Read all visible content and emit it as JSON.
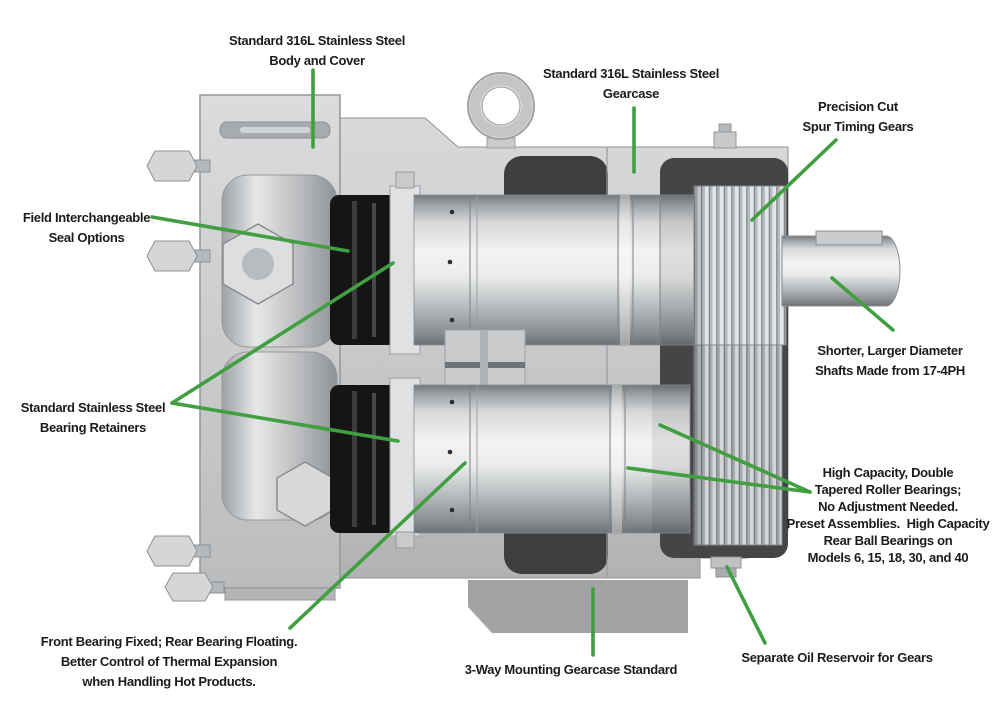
{
  "diagram": {
    "title": "Annotated cutaway illustration of a stainless steel pump and gearcase",
    "colors": {
      "leader_line": "#419F41",
      "label_text": "#1B1B1B",
      "background": "#FFFFFF",
      "metal_light": "#E9EBEC",
      "metal_dark": "#75787B",
      "recess_dark": "#3C3E40",
      "foot_gray": "#A1A3A4"
    }
  },
  "callouts": {
    "body_cover": {
      "lines": [
        "Standard 316L Stainless Steel",
        "Body and Cover"
      ]
    },
    "gearcase": {
      "lines": [
        "Standard 316L Stainless Steel",
        "Gearcase"
      ]
    },
    "timing_gears": {
      "lines": [
        "Precision Cut",
        "Spur Timing Gears"
      ]
    },
    "seal_options": {
      "lines": [
        "Field Interchangeable",
        "Seal Options"
      ]
    },
    "shafts": {
      "lines": [
        "Shorter, Larger Diameter",
        "Shafts Made from 17-4PH"
      ]
    },
    "bearing_retainers": {
      "lines": [
        "Standard Stainless Steel",
        "Bearing Retainers"
      ]
    },
    "bearings": {
      "lines": [
        "High Capacity, Double",
        "Tapered Roller Bearings;",
        "No Adjustment Needed.",
        "Preset Assemblies.  High Capacity",
        "Rear Ball Bearings on",
        "Models 6, 15, 18, 30, and 40"
      ]
    },
    "thermal_expansion": {
      "lines": [
        "Front Bearing Fixed; Rear Bearing Floating.",
        "Better Control of Thermal Expansion",
        "when Handling Hot Products."
      ]
    },
    "mounting": {
      "lines": [
        "3-Way Mounting Gearcase Standard"
      ]
    },
    "oil_reservoir": {
      "lines": [
        "Separate Oil Reservoir for Gears"
      ]
    }
  }
}
